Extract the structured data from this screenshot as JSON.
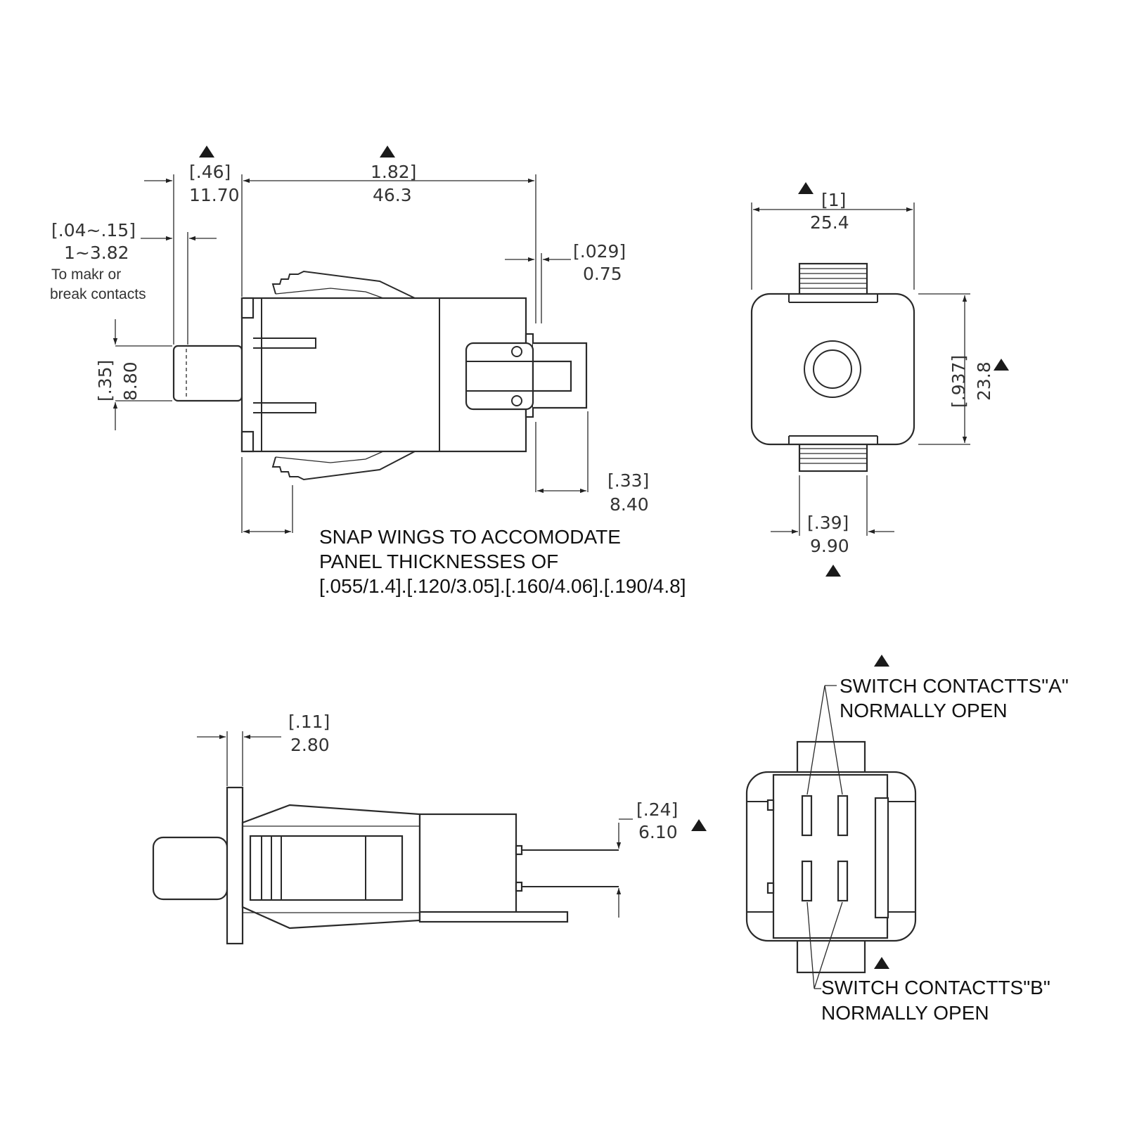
{
  "colors": {
    "line": "#2a2a2a",
    "text": "#333333",
    "marker": "#1a1a1a",
    "background": "#ffffff"
  },
  "side_view": {
    "plunger_dim_inch": "[.46]",
    "plunger_dim_mm": "11.70",
    "length_dim_inch": "1.82]",
    "length_dim_mm": "46.3",
    "travel_dim_inch": "[.04~.15]",
    "travel_dim_mm": "1~3.82",
    "travel_note_line1": "To makr or",
    "travel_note_line2": "break contacts",
    "flange_dim_inch": "[.029]",
    "flange_dim_mm": "0.75",
    "plunger_dia_inch": "[.35]",
    "plunger_dia_mm": "8.80",
    "connector_dim_inch": "[.33]",
    "connector_dim_mm": "8.40",
    "snap_note_line1": "SNAP WINGS TO ACCOMODATE",
    "snap_note_line2": "PANEL THICKNESSES OF",
    "snap_note_line3": "[.055/1.4].[.120/3.05].[.160/4.06].[.190/4.8]"
  },
  "front_view": {
    "width_dim_inch": "[1]",
    "width_dim_mm": "25.4",
    "height_dim_inch": "[.937]",
    "height_dim_mm": "23.8",
    "tab_dim_inch": "[.39]",
    "tab_dim_mm": "9.90"
  },
  "top_view": {
    "flange_dim_inch": "[.11]",
    "flange_dim_mm": "2.80",
    "terminal_dim_inch": "[.24]",
    "terminal_dim_mm": "6.10"
  },
  "rear_view": {
    "contacts_a_line1": "SWITCH CONTACTTS\"A\"",
    "contacts_a_line2": "NORMALLY OPEN",
    "contacts_b_line1": "SWITCH CONTACTTS\"B\"",
    "contacts_b_line2": "NORMALLY OPEN"
  }
}
